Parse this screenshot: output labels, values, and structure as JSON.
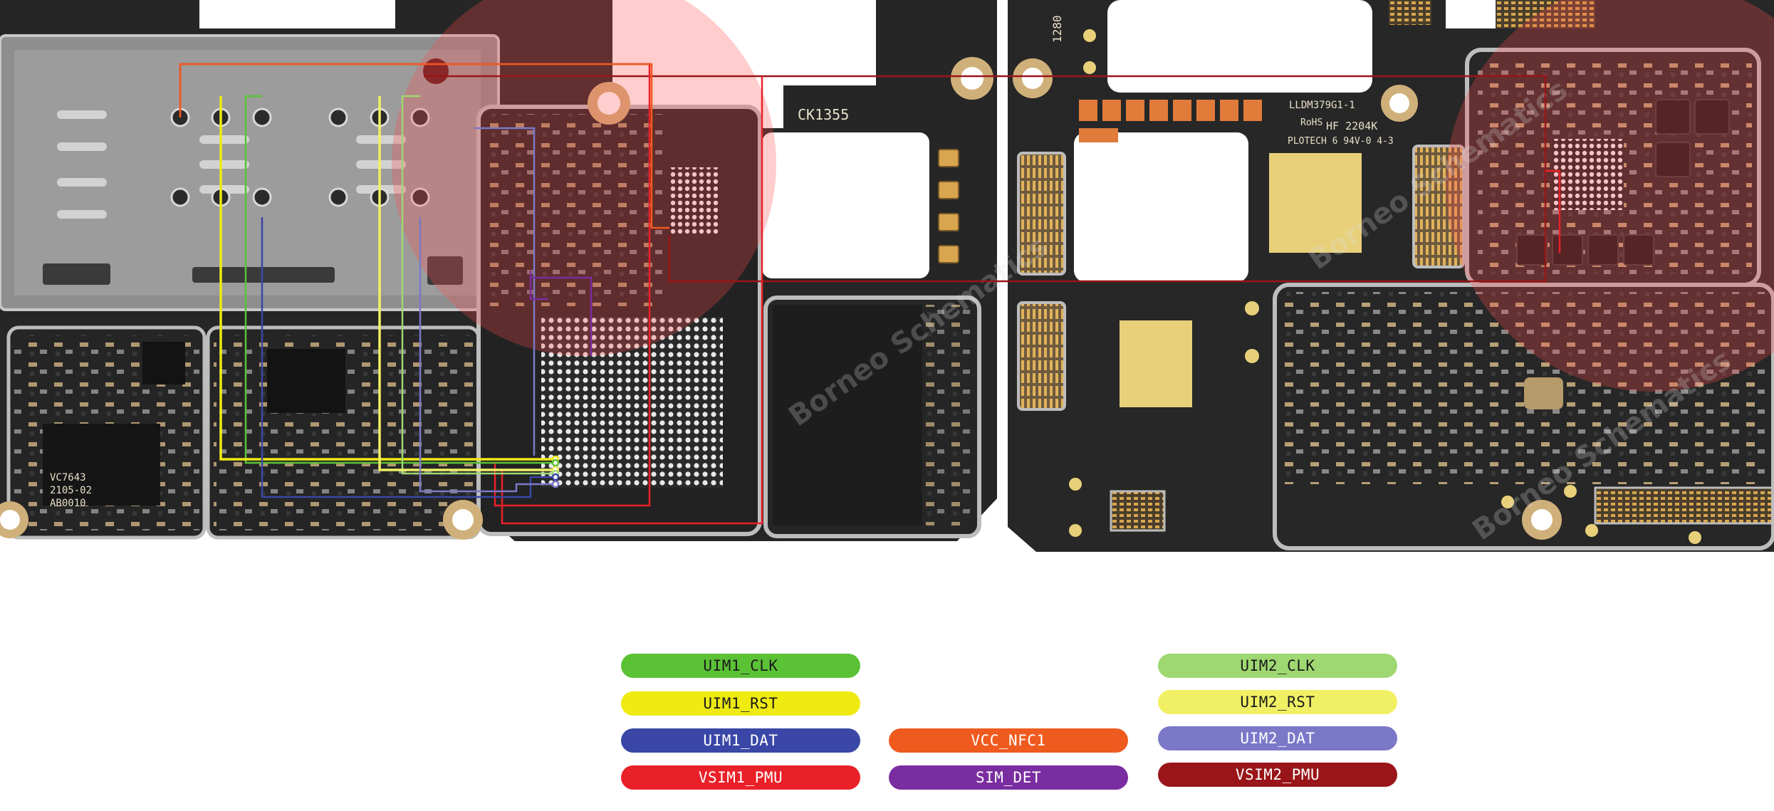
{
  "board": {
    "silkscreen": {
      "left_top_code": "CK1355",
      "vertical_code": "1280",
      "part_number": "LLDM379G1-1",
      "rohs": "RoHS",
      "hf_date": "HF 2204K",
      "ploteech": "PLOTECH 6 94V-0 4-3",
      "chip_marking_1": "VC7643",
      "chip_marking_2": "2105-02",
      "chip_marking_3": "AB0010"
    },
    "watermark": "Borneo Schematics"
  },
  "legend": [
    {
      "id": "uim1-clk",
      "label": "UIM1_CLK",
      "color": "#5bc236",
      "text_color": "#1a1a1a"
    },
    {
      "id": "uim1-rst",
      "label": "UIM1_RST",
      "color": "#eeea12",
      "text_color": "#1a1a1a"
    },
    {
      "id": "uim1-dat",
      "label": "UIM1_DAT",
      "color": "#3a47a6",
      "text_color": "#ffffff"
    },
    {
      "id": "vsim1-pmu",
      "label": "VSIM1_PMU",
      "color": "#ea2028",
      "text_color": "#ffffff"
    },
    {
      "id": "vcc-nfc1",
      "label": "VCC_NFC1",
      "color": "#ef5a1e",
      "text_color": "#ffffff"
    },
    {
      "id": "sim-det",
      "label": "SIM_DET",
      "color": "#7a2da0",
      "text_color": "#ffffff"
    },
    {
      "id": "uim2-clk",
      "label": "UIM2_CLK",
      "color": "#9fd872",
      "text_color": "#1a1a1a"
    },
    {
      "id": "uim2-rst",
      "label": "UIM2_RST",
      "color": "#f1f065",
      "text_color": "#1a1a1a"
    },
    {
      "id": "uim2-dat",
      "label": "UIM2_DAT",
      "color": "#7c78c8",
      "text_color": "#ffffff"
    },
    {
      "id": "vsim2-pmu",
      "label": "VSIM2_PMU",
      "color": "#9a1519",
      "text_color": "#ffffff"
    }
  ]
}
